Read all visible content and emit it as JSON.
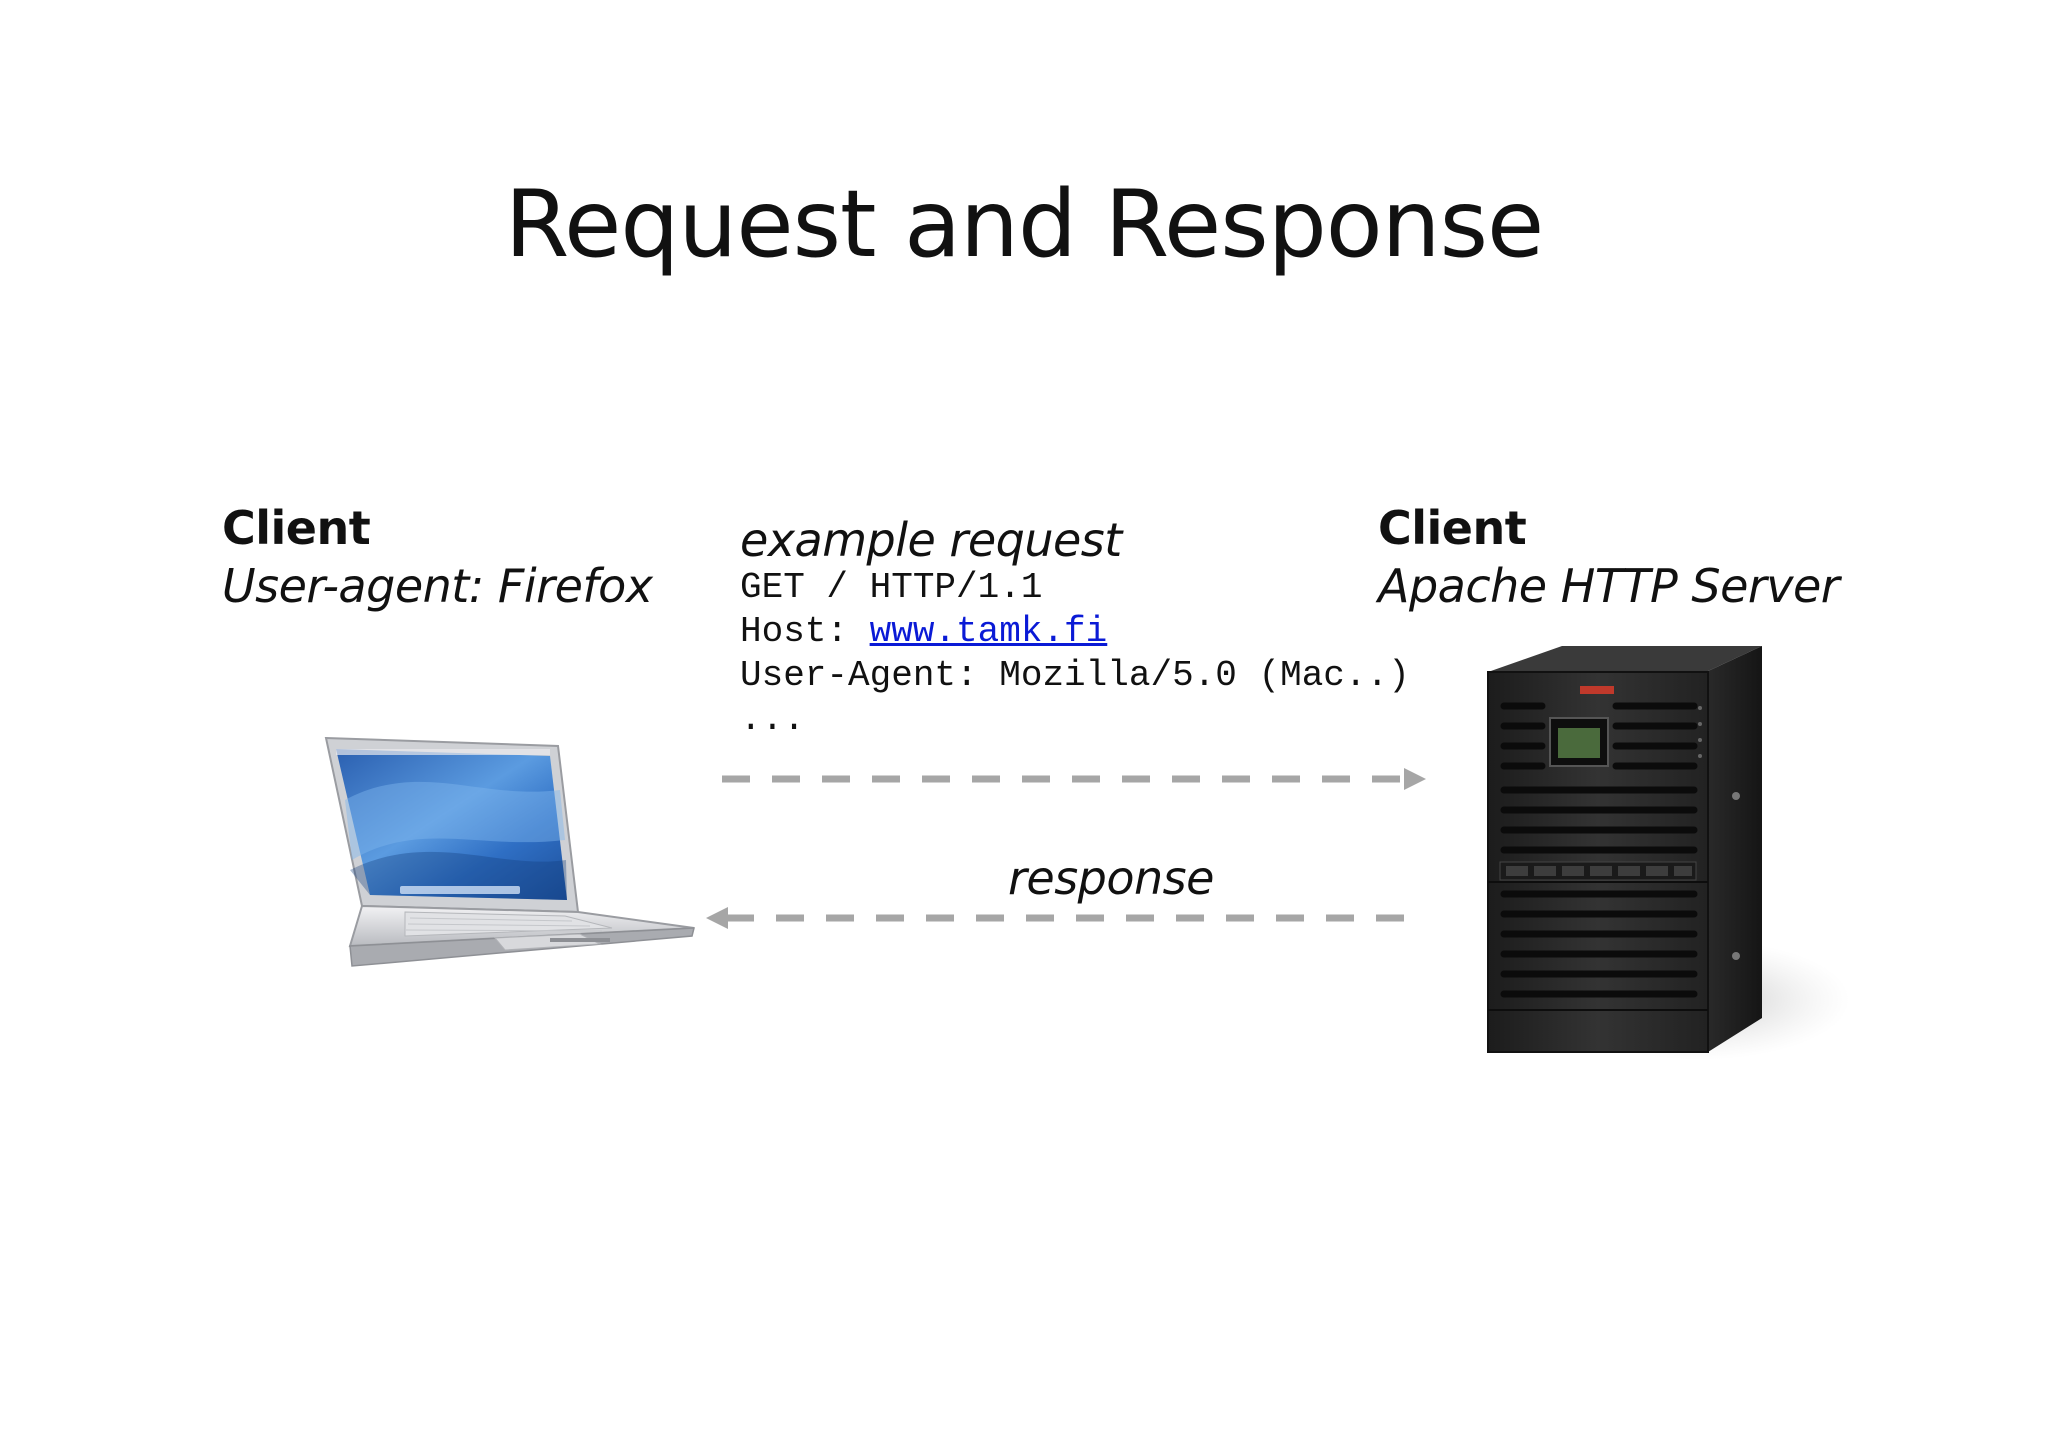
{
  "title": "Request and Response",
  "client": {
    "heading": "Client",
    "subtitle": "User-agent: Firefox",
    "image": "laptop"
  },
  "server": {
    "heading": "Client",
    "subtitle": "Apache HTTP Server",
    "image": "server-tower"
  },
  "request": {
    "label": "example request",
    "lines": {
      "line1": "GET / HTTP/1.1",
      "line2_prefix": "Host: ",
      "line2_link": "www.tamk.fi",
      "line3": "User-Agent: Mozilla/5.0 (Mac..)",
      "line4": "..."
    },
    "arrow_direction": "right"
  },
  "response": {
    "label": "response",
    "arrow_direction": "left"
  },
  "colors": {
    "arrow": "#a6a6a6",
    "link": "#0a1ad6",
    "laptop_screen": "#3a7cd0",
    "server_body": "#2b2b2b",
    "server_accent": "#c0392b"
  }
}
